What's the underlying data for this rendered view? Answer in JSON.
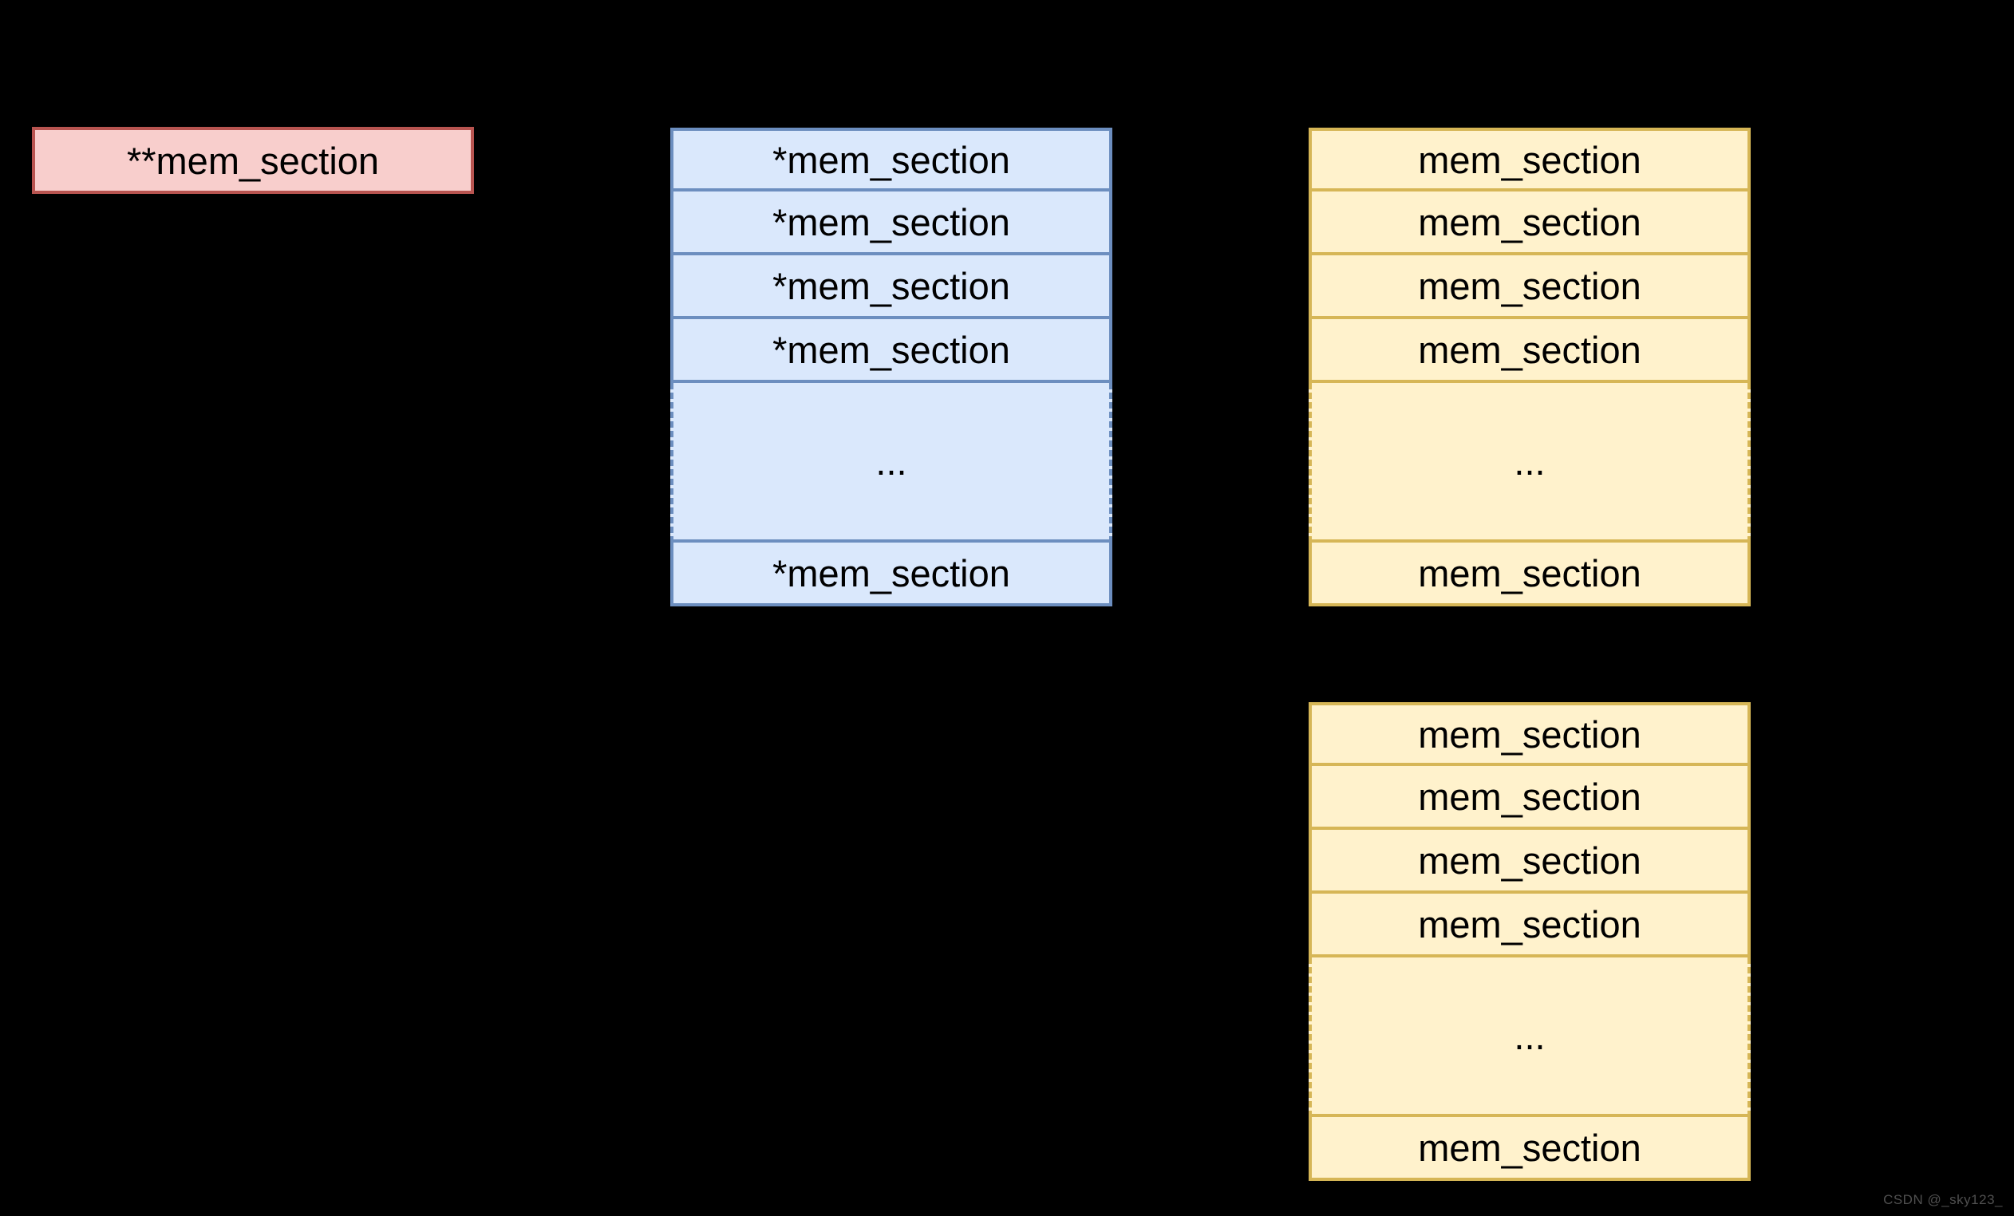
{
  "diagram": {
    "background_color": "#000000",
    "double_pointer_box": {
      "label": "**mem_section",
      "fill": "#f8cecc",
      "stroke": "#b85450"
    },
    "pointer_array": {
      "fill": "#dae8fc",
      "stroke": "#6c8ebf",
      "cells": [
        {
          "label": "*mem_section"
        },
        {
          "label": "*mem_section"
        },
        {
          "label": "*mem_section"
        },
        {
          "label": "*mem_section"
        },
        {
          "label": "..."
        },
        {
          "label": "*mem_section"
        }
      ]
    },
    "mem_section_array_top": {
      "fill": "#fff2cc",
      "stroke": "#d6b656",
      "cells": [
        {
          "label": "mem_section"
        },
        {
          "label": "mem_section"
        },
        {
          "label": "mem_section"
        },
        {
          "label": "mem_section"
        },
        {
          "label": "..."
        },
        {
          "label": "mem_section"
        }
      ]
    },
    "mem_section_array_bottom": {
      "fill": "#fff2cc",
      "stroke": "#d6b656",
      "cells": [
        {
          "label": "mem_section"
        },
        {
          "label": "mem_section"
        },
        {
          "label": "mem_section"
        },
        {
          "label": "mem_section"
        },
        {
          "label": "..."
        },
        {
          "label": "mem_section"
        }
      ]
    }
  },
  "watermark": {
    "text": "CSDN @_sky123_",
    "color": "#4f4f4f"
  }
}
